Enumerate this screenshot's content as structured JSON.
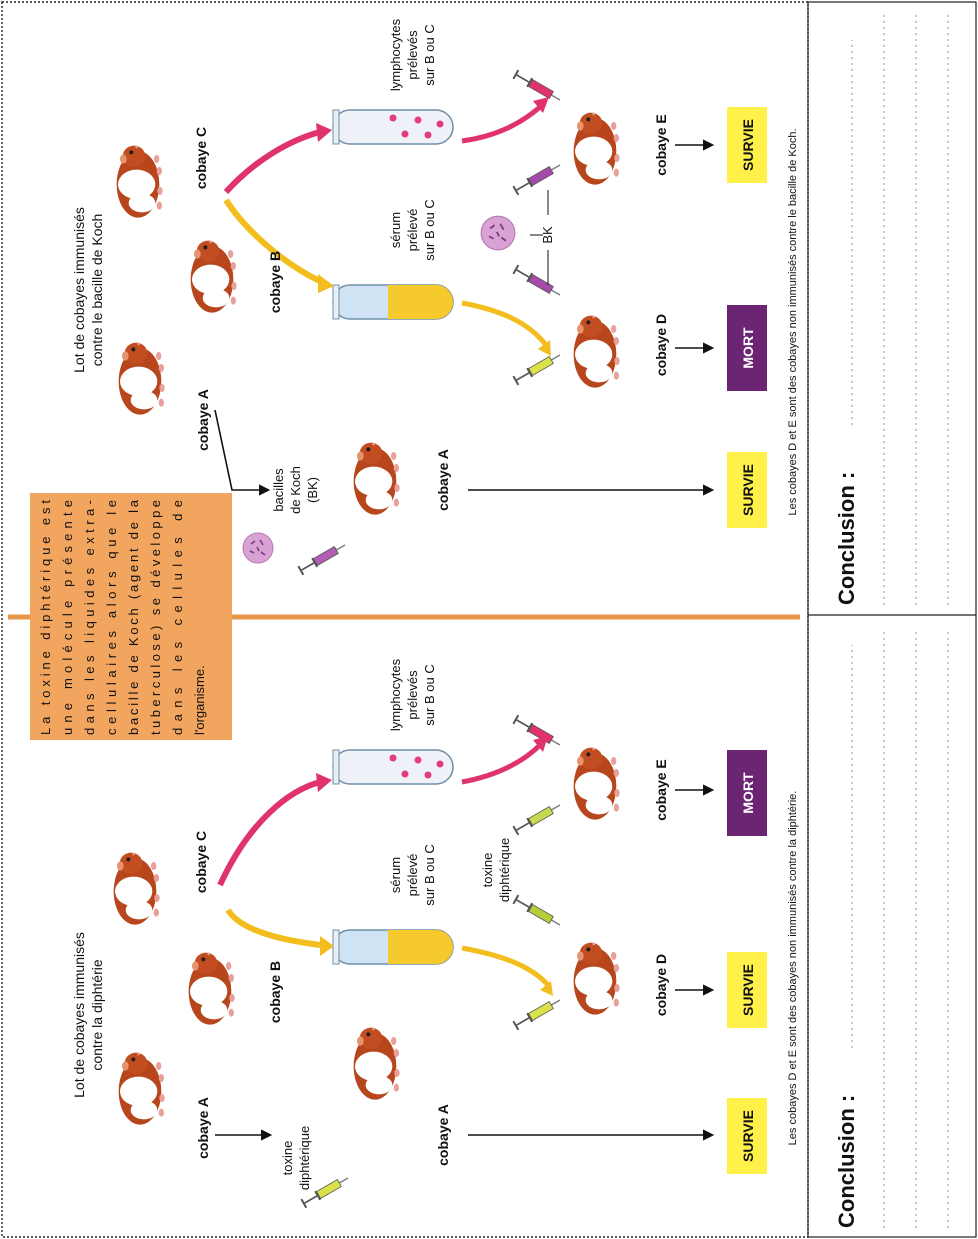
{
  "colors": {
    "orange_box": "#f2a55f",
    "orange_divider": "#e8974a",
    "pink_arrow": "#e0336e",
    "yellow_arrow": "#f4bd1e",
    "yellow_label": "#fff04a",
    "purple_label": "#6b2572",
    "guinea_pig_brown": "#b8461c",
    "lymphocyte_pink": "#e23c7d",
    "bacillus_violet": "#d8a2d4",
    "serum_yellow": "#f6c92d",
    "tube_blue": "#cfe3f4",
    "dotted_line_blue": "#8ab4d9"
  },
  "panel_diphtheria": {
    "lot_label": "Lot de cobayes immunisés contre la diphtérie",
    "lot_line1": "Lot de cobayes immunisés",
    "lot_line2": "contre la diphtérie",
    "cobaye_a": "cobaye A",
    "cobaye_b": "cobaye B",
    "cobaye_c": "cobaye C",
    "injection_a_line1": "toxine",
    "injection_a_line2": "diphtérique",
    "cobaye_a2": "cobaye A",
    "serum_line1": "sérum",
    "serum_line2": "prélevé",
    "serum_line3": "sur B ou C",
    "lympho_line1": "lymphocytes",
    "lympho_line2": "prélevés",
    "lympho_line3": "sur B ou C",
    "toxin_line1": "toxine",
    "toxin_line2": "diphtérique",
    "cobaye_d": "cobaye D",
    "cobaye_e": "cobaye E",
    "result_a": "SURVIE",
    "result_d": "SURVIE",
    "result_e": "MORT",
    "footnote": "Les cobayes D et E sont des cobayes non immunisés contre la diphtérie."
  },
  "panel_koch": {
    "lot_line1": "Lot de cobayes immunisés",
    "lot_line2": "contre le bacille de Koch",
    "cobaye_a": "cobaye A",
    "cobaye_b": "cobaye B",
    "cobaye_c": "cobaye C",
    "bk_line1": "bacilles",
    "bk_line2": "de Koch",
    "bk_line3": "(BK)",
    "cobaye_a2": "cobaye A",
    "serum_line1": "sérum",
    "serum_line2": "prélevé",
    "serum_line3": "sur B ou C",
    "lympho_line1": "lymphocytes",
    "lympho_line2": "prélevés",
    "lympho_line3": "sur B ou C",
    "bk_label": "BK",
    "cobaye_d": "cobaye D",
    "cobaye_e": "cobaye E",
    "result_a": "SURVIE",
    "result_d": "MORT",
    "result_e": "SURVIE",
    "footnote": "Les cobayes D et E sont des cobayes non immunisés contre le bacille de Koch."
  },
  "info_box": {
    "lines": [
      "La toxine diphtérique est",
      "une molécule présente",
      "dans les liquides extra-",
      "cellulaires alors que le",
      "bacille de Koch (agent de la",
      "tuberculose) se développe",
      "dans les cellules de",
      "l'organisme."
    ]
  },
  "conclusion_top": {
    "label": "Conclusion :"
  },
  "conclusion_bottom": {
    "label": "Conclusion :"
  }
}
